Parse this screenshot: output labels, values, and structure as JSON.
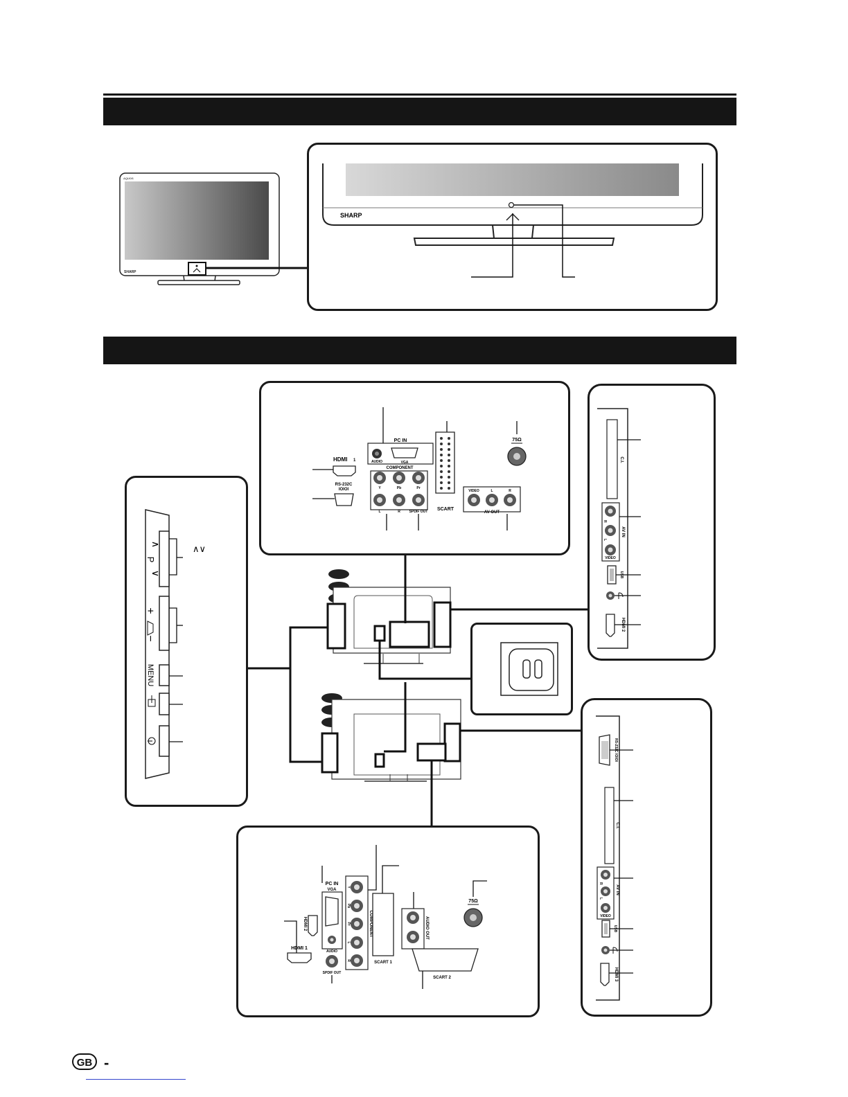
{
  "tv_front": {
    "small_brand": "SHARP",
    "small_model": "AQUOS",
    "large_brand": "SHARP"
  },
  "side_buttons": {
    "channel_label": "P",
    "channel_up": "∧",
    "channel_down": "∨",
    "channel_ref": "∧∨",
    "volume_plus": "+",
    "volume_minus": "−",
    "menu_label": "MENU"
  },
  "rear_upper": {
    "pc_in": "PC IN",
    "audio": "AUDIO",
    "vga": "VGA",
    "hdmi1": "HDMI",
    "hdmi1_num": "1",
    "rs232c": "RS-232C",
    "rs232c_sub": "IOIOI",
    "component": "COMPONENT",
    "y": "Y",
    "pb": "Pb",
    "pr": "Pr",
    "l": "L",
    "r": "R",
    "spdif_out": "SPDIF OUT",
    "scart": "SCART",
    "antenna": "75Ω",
    "video": "VIDEO",
    "av_out": "AV OUT"
  },
  "side_upper": {
    "ci": "C.I.",
    "r": "R",
    "l": "L",
    "av_in": "AV IN",
    "video": "VIDEO",
    "usb": "USB",
    "hdmi2": "HDMI 2"
  },
  "rear_lower": {
    "pc_in": "PC IN",
    "vga": "VGA",
    "audio": "AUDIO",
    "hdmi2": "HDMI 2",
    "hdmi1": "HDMI 1",
    "spdif_out": "SPDIF OUT",
    "component": "COMPONENT",
    "y": "Y",
    "pb": "Pb",
    "pr": "Pr",
    "l": "L",
    "r": "R",
    "scart1": "SCART 1",
    "scart2": "SCART 2",
    "audio_out": "AUDIO OUT",
    "antenna": "75Ω"
  },
  "side_lower": {
    "rs232c": "RS-232C IOIOI",
    "ci": "C.I.",
    "r": "R",
    "l": "L",
    "av_in": "AV IN",
    "video": "VIDEO",
    "usb": "USB",
    "hdmi3": "HDMI 3"
  },
  "footer": {
    "region": "GB",
    "dash": "-"
  }
}
